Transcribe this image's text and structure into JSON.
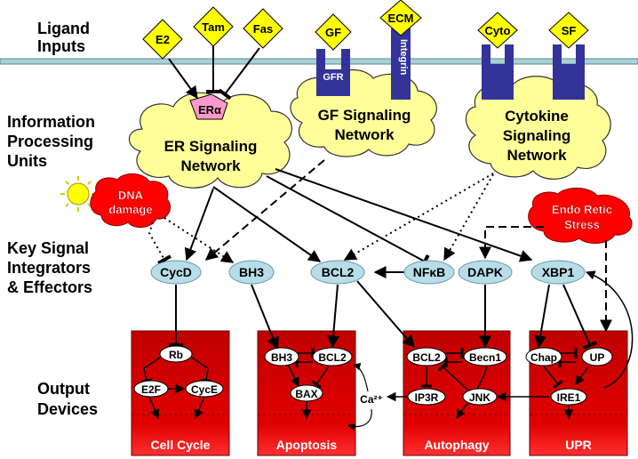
{
  "left_labels": {
    "ligand": [
      "Ligand",
      "Inputs"
    ],
    "info": [
      "Information",
      "Processing",
      "Units"
    ],
    "key": [
      "Key Signal",
      "Integrators",
      "& Effectors"
    ],
    "output": [
      "Output",
      "Devices"
    ]
  },
  "ligands": {
    "e2": "E2",
    "tam": "Tam",
    "fas": "Fas",
    "gf": "GF",
    "ecm": "ECM",
    "cyto": "Cyto",
    "sf": "SF"
  },
  "receptors": {
    "gfr": "GFR",
    "integrin": "Integrin",
    "era": "ERα"
  },
  "networks": {
    "er": [
      "ER Signaling",
      "Network"
    ],
    "gf": [
      "GF Signaling",
      "Network"
    ],
    "cytokine": [
      "Cytokine",
      "Signaling",
      "Network"
    ]
  },
  "stress": {
    "dna": [
      "DNA",
      "damage"
    ],
    "endo": [
      "Endo Retic",
      "Stress"
    ]
  },
  "integrators": {
    "cycd": "CycD",
    "bh3": "BH3",
    "bcl2": "BCL2",
    "nfkb": "NFκB",
    "dapk": "DAPK",
    "xbp1": "XBP1"
  },
  "devices": {
    "cellcycle": {
      "title": "Cell Cycle",
      "rb": "Rb",
      "e2f": "E2F",
      "cyce": "CycE"
    },
    "apoptosis": {
      "title": "Apoptosis",
      "bh3": "BH3",
      "bcl2": "BCL2",
      "bax": "BAX"
    },
    "autophagy": {
      "title": "Autophagy",
      "bcl2": "BCL2",
      "becn1": "Becn1",
      "ip3r": "IP3R",
      "jnk": "JNK"
    },
    "upr": {
      "title": "UPR",
      "chap": "Chap",
      "up": "UP",
      "ire1": "IRE1"
    }
  },
  "ca2": "Ca²⁺",
  "colors": {
    "ligand_fill": "#ffff00",
    "cloud_fill": "#ffff99",
    "receptor": "#333399",
    "integrator_fill": "#b7dde8",
    "device_red": "#cc0000",
    "stress_red": "#ff0000",
    "membrane": "#a8d0d6",
    "era_fill": "#ff99cc"
  }
}
